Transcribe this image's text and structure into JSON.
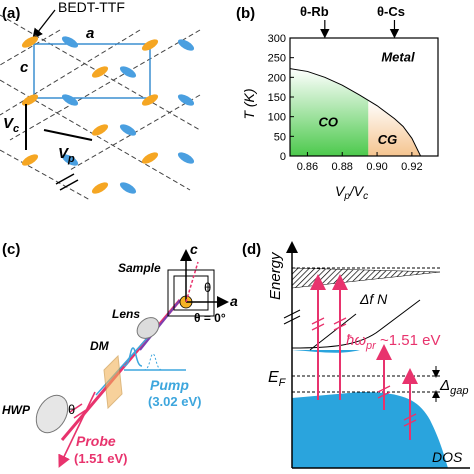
{
  "panel_a": {
    "label": "(a)",
    "molecule": "BEDT-TTF",
    "axis_a": "a",
    "axis_c": "c",
    "vc": "V",
    "vc_sub": "c",
    "vp": "V",
    "vp_sub": "p",
    "colors": {
      "orange": "#f5a623",
      "blue": "#4a9fe0",
      "box": "#3b8fd1"
    }
  },
  "panel_b": {
    "label": "(b)",
    "top_markers": [
      "θ-Rb",
      "θ-Cs"
    ],
    "y_title": "T (K)",
    "x_title_main": "V",
    "x_title_sub1": "p",
    "x_title_mid": "/V",
    "x_title_sub2": "c",
    "regions": {
      "metal": "Metal",
      "co": "CO",
      "cg": "CG"
    },
    "colors": {
      "co": "#4cc94c",
      "cg": "#f5c48f"
    },
    "chart_data": {
      "type": "area",
      "xlim": [
        0.85,
        0.935
      ],
      "ylim": [
        0,
        300
      ],
      "xticks": [
        "0.86",
        "0.88",
        "0.90",
        "0.92"
      ],
      "yticks": [
        "0",
        "50",
        "100",
        "150",
        "200",
        "250",
        "300"
      ],
      "boundary_x": [
        0.85,
        0.86,
        0.87,
        0.88,
        0.89,
        0.9,
        0.91,
        0.915,
        0.92,
        0.925
      ],
      "boundary_T": [
        222,
        215,
        200,
        180,
        155,
        128,
        95,
        75,
        45,
        0
      ],
      "co_xmax": 0.895,
      "markers_x": [
        0.87,
        0.91
      ]
    }
  },
  "panel_c": {
    "label": "(c)",
    "sample": "Sample",
    "lens": "Lens",
    "dm": "DM",
    "hwp": "HWP",
    "axis_c": "c",
    "axis_a": "a",
    "theta": "θ",
    "theta0": "θ = 0°",
    "pump": "Pump",
    "pump_energy": "(3.02 eV)",
    "probe": "Probe",
    "probe_energy": "(1.51 eV)",
    "colors": {
      "probe": "#e8336d",
      "pump": "#3da6dd",
      "dm": "#f2b45a"
    }
  },
  "panel_d": {
    "label": "(d)",
    "y_axis": "Energy",
    "x_axis": "DOS",
    "ef_main": "E",
    "ef_sub": "F",
    "gap_main": "Δ",
    "gap_sub": "gap",
    "df_main": "Δf N",
    "hw_main": "ħω",
    "hw_sub": "pr",
    "hw_value": " ~1.51 eV",
    "colors": {
      "band": "#2aa4dd",
      "arrow": "#e8336d"
    }
  }
}
